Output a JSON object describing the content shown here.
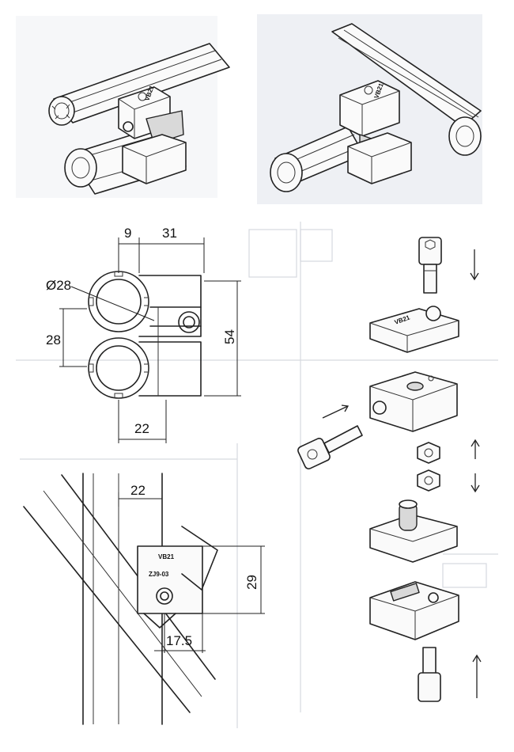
{
  "dimensions": {
    "width_9": "9",
    "width_31": "31",
    "diameter": "Ø28",
    "height_28": "28",
    "height_54": "54",
    "width_22_front": "22",
    "width_22_side": "22",
    "height_29": "29",
    "offset_17_5": "17.5"
  },
  "stamp_text": {
    "line1": "VB21",
    "line2": "ZJ9-03"
  },
  "icons": {
    "screw": "socket-cap-screw-icon",
    "nut": "hex-nut-icon",
    "arrow": "assembly-arrow-icon"
  }
}
